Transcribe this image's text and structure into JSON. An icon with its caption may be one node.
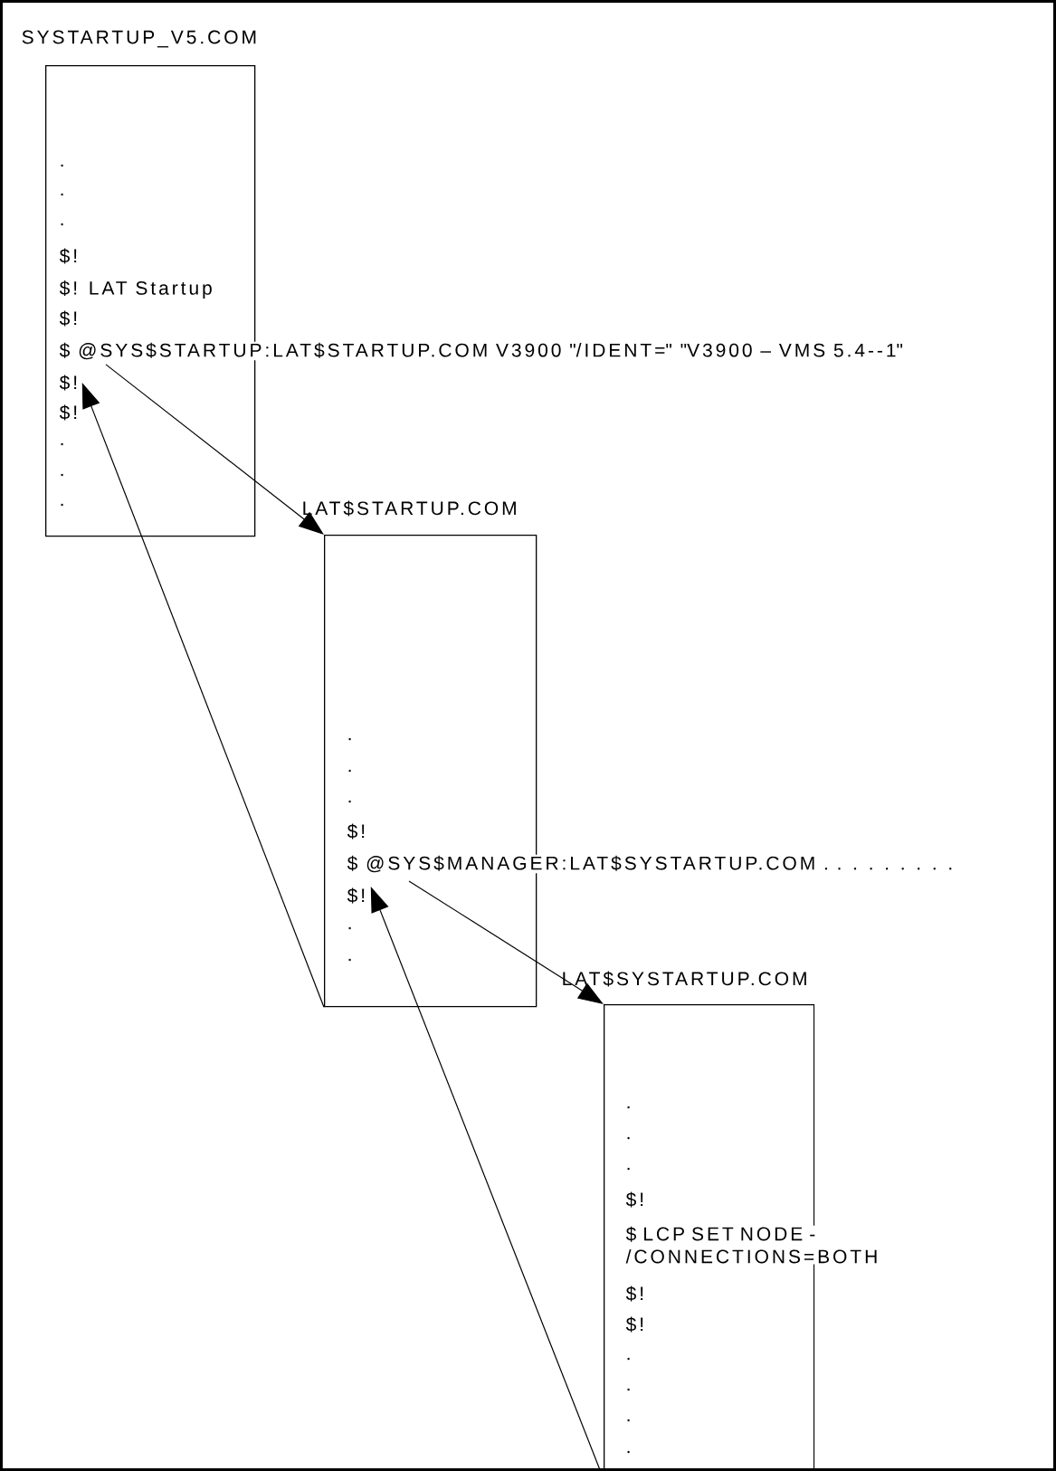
{
  "diagram": {
    "nodes": [
      {
        "text": [
          "SYSTARTUP_V5.COM",
          ".",
          ".",
          ".",
          "$!",
          "$! LAT Startup",
          "$!",
          "$!",
          ".",
          ".",
          "."
        ]
      },
      {
        "text": [
          "$ @SYS$STARTUP:LAT$STARTUP.COM V3900 \"/IDENT=\" \"V3900 – VMS 5.4--1\""
        ]
      },
      {
        "text": [
          "$!"
        ],
        "in": 0
      },
      {
        "text": [
          "LAT$STARTUP.COM",
          ".",
          ".",
          ".",
          "$!",
          ".",
          "."
        ]
      },
      {
        "text": [
          "$ @SYS$MANAGER:LAT$SYSTARTUP.COM . . . . . . . . ."
        ]
      },
      {
        "text": [
          "$!"
        ],
        "in": 3
      },
      {
        "text": [
          "LAT$SYSTARTUP.COM",
          ".",
          ".",
          ".",
          "$!",
          "$ LCP SET NODE - /CONNECTIONS=BOTH",
          "$!",
          "$!",
          ".",
          ".",
          ".",
          "."
        ]
      }
    ],
    "edges": [
      {
        "from": 1,
        "to": 3,
        "arrow": "to"
      },
      {
        "from": 3,
        "to": 2,
        "arrow": "to"
      },
      {
        "from": 4,
        "to": 6,
        "arrow": "to"
      },
      {
        "from": 6,
        "to": 5,
        "arrow": "to"
      }
    ]
  }
}
